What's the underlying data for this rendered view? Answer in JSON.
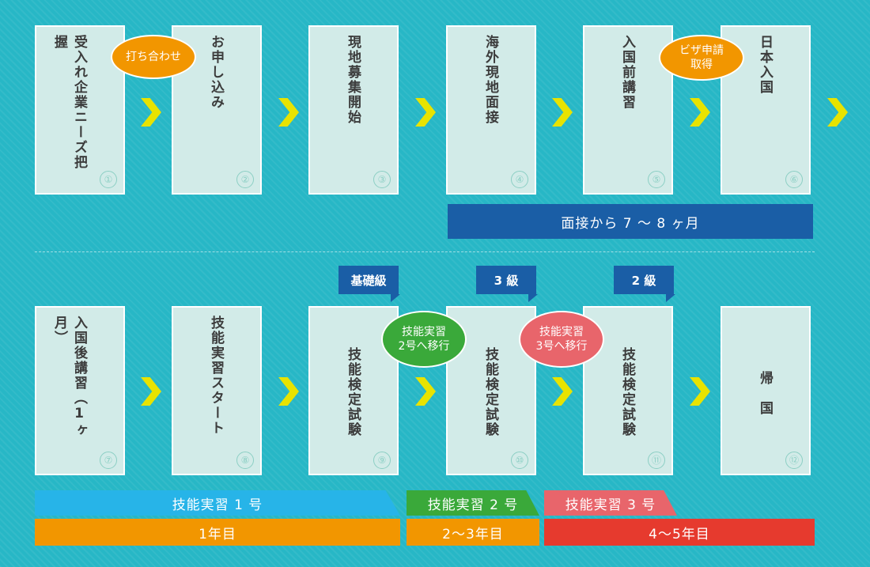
{
  "steps": [
    {
      "label": "受入れ企業ニーズ把握",
      "num": "①"
    },
    {
      "label": "お申し込み",
      "num": "②"
    },
    {
      "label": "現地募集開始",
      "num": "③"
    },
    {
      "label": "海外現地面接",
      "num": "④"
    },
    {
      "label": "入国前講習",
      "num": "⑤"
    },
    {
      "label": "日本入国",
      "num": "⑥"
    },
    {
      "label": "入国後講習（1ヶ月）",
      "num": "⑦"
    },
    {
      "label": "技能実習スタート",
      "num": "⑧"
    },
    {
      "label": "技能検定試験",
      "num": "⑨"
    },
    {
      "label": "技能検定試験",
      "num": "⑩"
    },
    {
      "label": "技能検定試験",
      "num": "⑪"
    },
    {
      "label": "帰　国",
      "num": "⑫"
    }
  ],
  "bubbles": {
    "meeting": "打ち合わせ",
    "visa": "ビザ申請\n取得",
    "to2": "技能実習\n2号へ移行",
    "to3": "技能実習\n3号へ移行"
  },
  "badges": {
    "basic": "基礎級",
    "level3": "3 級",
    "level2": "2 級"
  },
  "bars": {
    "interview_period": "面接から 7 〜 8 ヶ月",
    "training1": "技能実習 1 号",
    "training2": "技能実習 2 号",
    "training3": "技能実習 3 号",
    "year1": "1年目",
    "year23": "2〜3年目",
    "year45": "4〜5年目"
  },
  "colors": {
    "background": "#27b7c6",
    "card": "#d2ebe8",
    "chevron": "#e8e300",
    "bubble_orange": "#f29600",
    "bubble_green": "#3aa93a",
    "bubble_pink": "#e8656b",
    "navy": "#1a5ea6",
    "cyan_bar": "#27b4e8",
    "green_bar": "#3aa93a",
    "pink_bar": "#e8656b",
    "orange_bar": "#f29600",
    "red_bar": "#e63a2e"
  }
}
